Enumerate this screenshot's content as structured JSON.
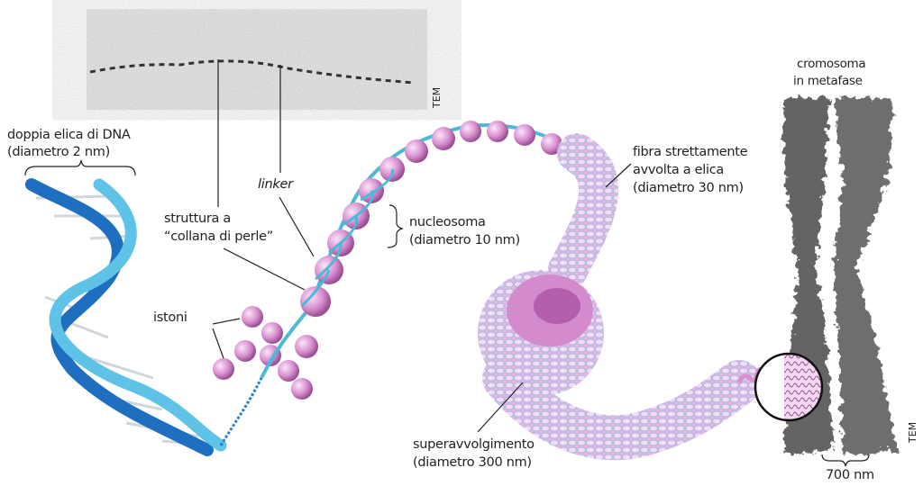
{
  "labels": {
    "dna_title": "doppia elica di DNA",
    "dna_diameter": "(diametro 2 nm)",
    "beads_title": "struttura a",
    "beads_subtitle": "“collana di perle”",
    "linker": "linker",
    "histones": "istoni",
    "nucleosome_title": "nucleosoma",
    "nucleosome_diameter": "(diametro 10 nm)",
    "fiber_title_1": "fibra strettamente",
    "fiber_title_2": "avvolta a elica",
    "fiber_diameter": "(diametro 30 nm)",
    "supercoil_title": "superavvolgimento",
    "supercoil_diameter": "(diametro 300 nm)",
    "chromosome_title_1": "cromosoma",
    "chromosome_title_2": "in metafase",
    "chromosome_width": "700 nm",
    "tem_top": "TEM",
    "tem_right": "TEM"
  },
  "colors": {
    "dna_blue": "#1f6fc0",
    "dna_light": "#5ec3e6",
    "histone_pink": "#d88fd0",
    "fiber_pink": "#e3a6dc",
    "chromosome_gray": "#4a4a4a"
  }
}
